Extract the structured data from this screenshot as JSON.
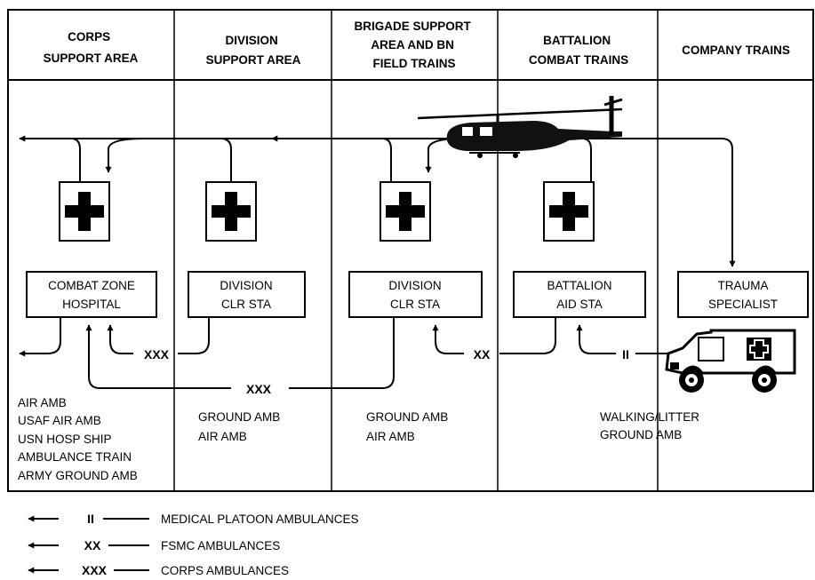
{
  "columns": [
    {
      "header": [
        "CORPS",
        "SUPPORT AREA"
      ],
      "facility": [
        "COMBAT ZONE",
        "HOSPITAL"
      ],
      "transport": [
        "AIR AMB",
        "USAF AIR AMB",
        "USN HOSP SHIP",
        "AMBULANCE TRAIN",
        "ARMY GROUND AMB"
      ]
    },
    {
      "header": [
        "DIVISION",
        "SUPPORT  AREA"
      ],
      "facility": [
        "DIVISION",
        "CLR STA"
      ],
      "transport": [
        "GROUND AMB",
        "AIR AMB"
      ]
    },
    {
      "header": [
        "BRIGADE SUPPORT",
        "AREA AND BN",
        "FIELD TRAINS"
      ],
      "facility": [
        "DIVISION",
        "CLR STA"
      ],
      "transport": [
        "GROUND AMB",
        "AIR AMB"
      ]
    },
    {
      "header": [
        "BATTALION",
        "COMBAT TRAINS"
      ],
      "facility": [
        "BATTALION",
        "AID STA"
      ],
      "transport": [
        "WALKING/LITTER",
        "GROUND AMB"
      ]
    },
    {
      "header": [
        "COMPANY TRAINS"
      ],
      "facility": [
        "TRAUMA",
        "SPECIALIST"
      ],
      "transport": []
    }
  ],
  "flow_labels": {
    "xxx_upper": "XXX",
    "xxx_lower": "XXX",
    "xx": "XX",
    "ii": "II"
  },
  "legend": [
    {
      "symbol": "II",
      "label": "MEDICAL PLATOON AMBULANCES"
    },
    {
      "symbol": "XX",
      "label": "FSMC AMBULANCES"
    },
    {
      "symbol": "XXX",
      "label": "CORPS AMBULANCES"
    }
  ]
}
